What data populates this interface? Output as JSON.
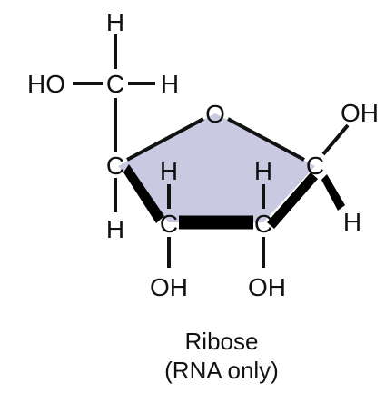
{
  "molecule": {
    "ring_fill": "#c9c9e2",
    "atoms": {
      "top_h": "H",
      "left_ho": "HO",
      "c5": "C",
      "c5_h": "H",
      "ring_o": "O",
      "c1_oh": "OH",
      "c4": "C",
      "c4_h_below": "H",
      "c3_h": "H",
      "c2_h": "H",
      "c1": "C",
      "c1_h": "H",
      "c3": "C",
      "c2": "C",
      "c3_oh": "OH",
      "c2_oh": "OH"
    }
  },
  "caption": {
    "name": "Ribose",
    "note": "(RNA only)"
  }
}
